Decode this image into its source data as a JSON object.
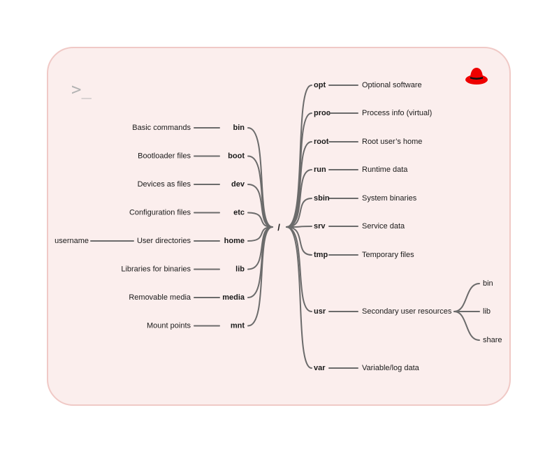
{
  "prompt_glyph": ">_",
  "logo_icon": "red-hat-icon",
  "colors": {
    "card_bg": "#fbeeed",
    "card_border": "#f0c9c6",
    "line": "#6b6b6b",
    "hat": "#ee0000"
  },
  "root": "/",
  "left": [
    {
      "dir": "bin",
      "desc": "Basic commands"
    },
    {
      "dir": "boot",
      "desc": "Bootloader files"
    },
    {
      "dir": "dev",
      "desc": "Devices as files"
    },
    {
      "dir": "etc",
      "desc": "Configuration files"
    },
    {
      "dir": "home",
      "desc": "User directories",
      "child": "username"
    },
    {
      "dir": "lib",
      "desc": "Libraries for binaries"
    },
    {
      "dir": "media",
      "desc": "Removable media"
    },
    {
      "dir": "mnt",
      "desc": "Mount points"
    }
  ],
  "right": [
    {
      "dir": "opt",
      "desc": "Optional software"
    },
    {
      "dir": "proc",
      "desc": "Process info (virtual)"
    },
    {
      "dir": "root",
      "desc": "Root user’s home"
    },
    {
      "dir": "run",
      "desc": "Runtime data"
    },
    {
      "dir": "sbin",
      "desc": "System binaries"
    },
    {
      "dir": "srv",
      "desc": "Service data"
    },
    {
      "dir": "tmp",
      "desc": "Temporary files"
    },
    {
      "dir": "usr",
      "desc": "Secondary user resources",
      "children": [
        "bin",
        "lib",
        "share"
      ]
    },
    {
      "dir": "var",
      "desc": "Variable/log data"
    }
  ]
}
